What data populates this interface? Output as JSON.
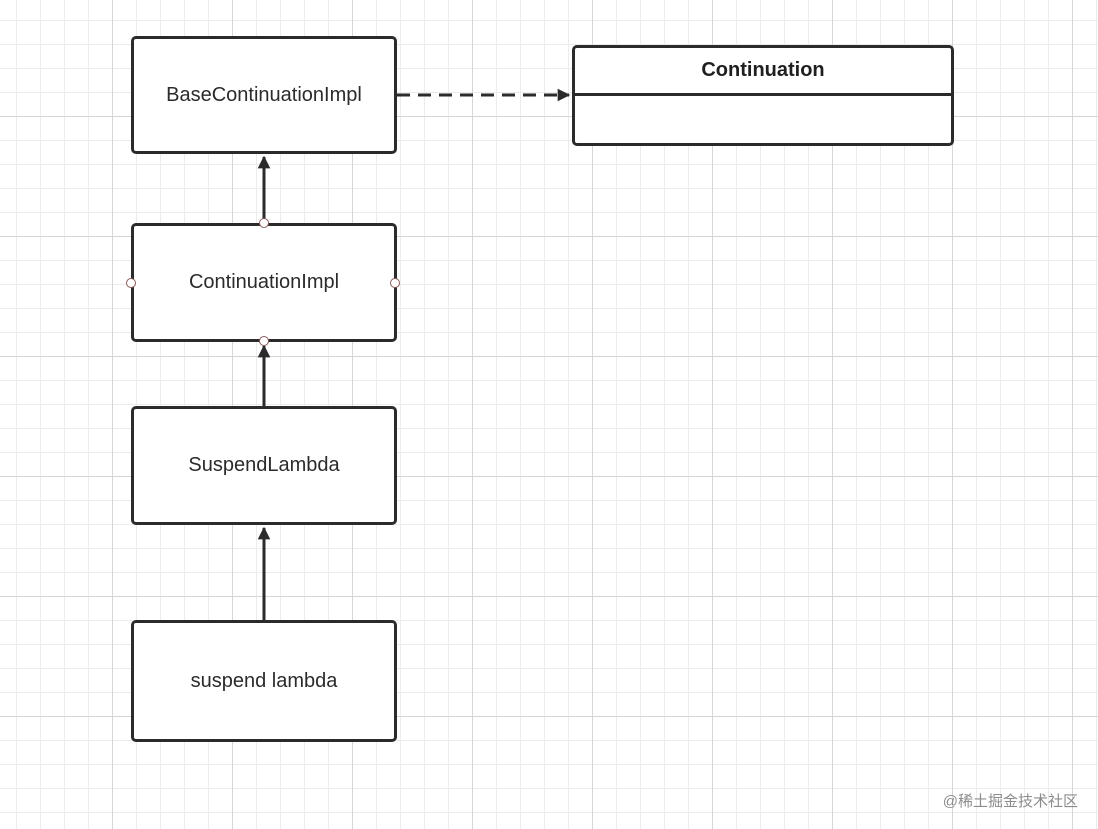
{
  "diagram": {
    "nodes": {
      "base_continuation_impl": "BaseContinuationImpl",
      "continuation_impl": "ContinuationImpl",
      "suspend_lambda_class": "SuspendLambda",
      "suspend_lambda": "suspend lambda"
    },
    "interface": {
      "name": "Continuation"
    },
    "edges": [
      {
        "from": "suspend lambda",
        "to": "SuspendLambda",
        "style": "solid",
        "arrow": "filled"
      },
      {
        "from": "SuspendLambda",
        "to": "ContinuationImpl",
        "style": "solid",
        "arrow": "filled"
      },
      {
        "from": "ContinuationImpl",
        "to": "BaseContinuationImpl",
        "style": "solid",
        "arrow": "filled"
      },
      {
        "from": "BaseContinuationImpl",
        "to": "Continuation",
        "style": "dashed",
        "arrow": "filled"
      }
    ],
    "colors": {
      "stroke": "#2b2b2b",
      "port_stroke": "#8a5a5a",
      "grid": "#d6d6d6"
    }
  },
  "watermark": "@稀土掘金技术社区"
}
